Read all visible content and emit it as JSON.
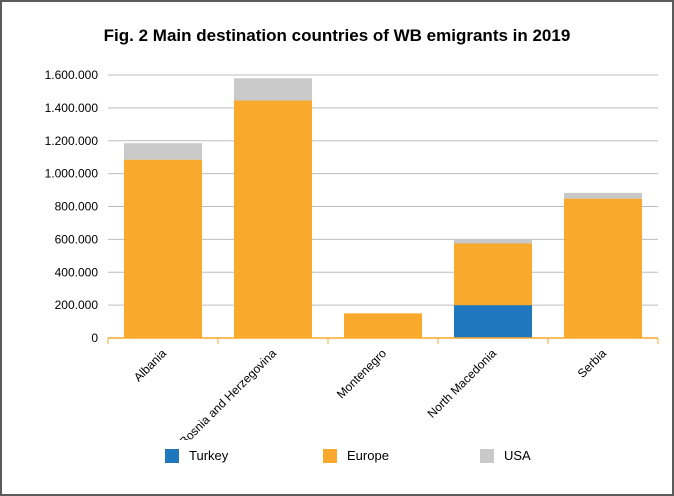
{
  "chart_data": {
    "type": "bar",
    "stacked": true,
    "title": "Fig. 2 Main destination countries of WB emigrants in 2019",
    "categories": [
      "Albania",
      "Bosnia and Herzegovina",
      "Montenegro",
      "North Macedonia",
      "Serbia"
    ],
    "series": [
      {
        "name": "Turkey",
        "color": "#1f77bd",
        "values": [
          0,
          0,
          0,
          200000,
          0
        ]
      },
      {
        "name": "Europe",
        "color": "#f9a92c",
        "values": [
          1085000,
          1445000,
          150000,
          375000,
          848000
        ]
      },
      {
        "name": "USA",
        "color": "#c9c9c9",
        "values": [
          100000,
          135000,
          0,
          27000,
          35000
        ]
      }
    ],
    "ylim": [
      0,
      1600000
    ],
    "yticks": [
      "0",
      "200.000",
      "400.000",
      "600.000",
      "800.000",
      "1.000.000",
      "1.200.000",
      "1.400.000",
      "1.600.000"
    ],
    "grid": true,
    "legend_position": "bottom"
  }
}
